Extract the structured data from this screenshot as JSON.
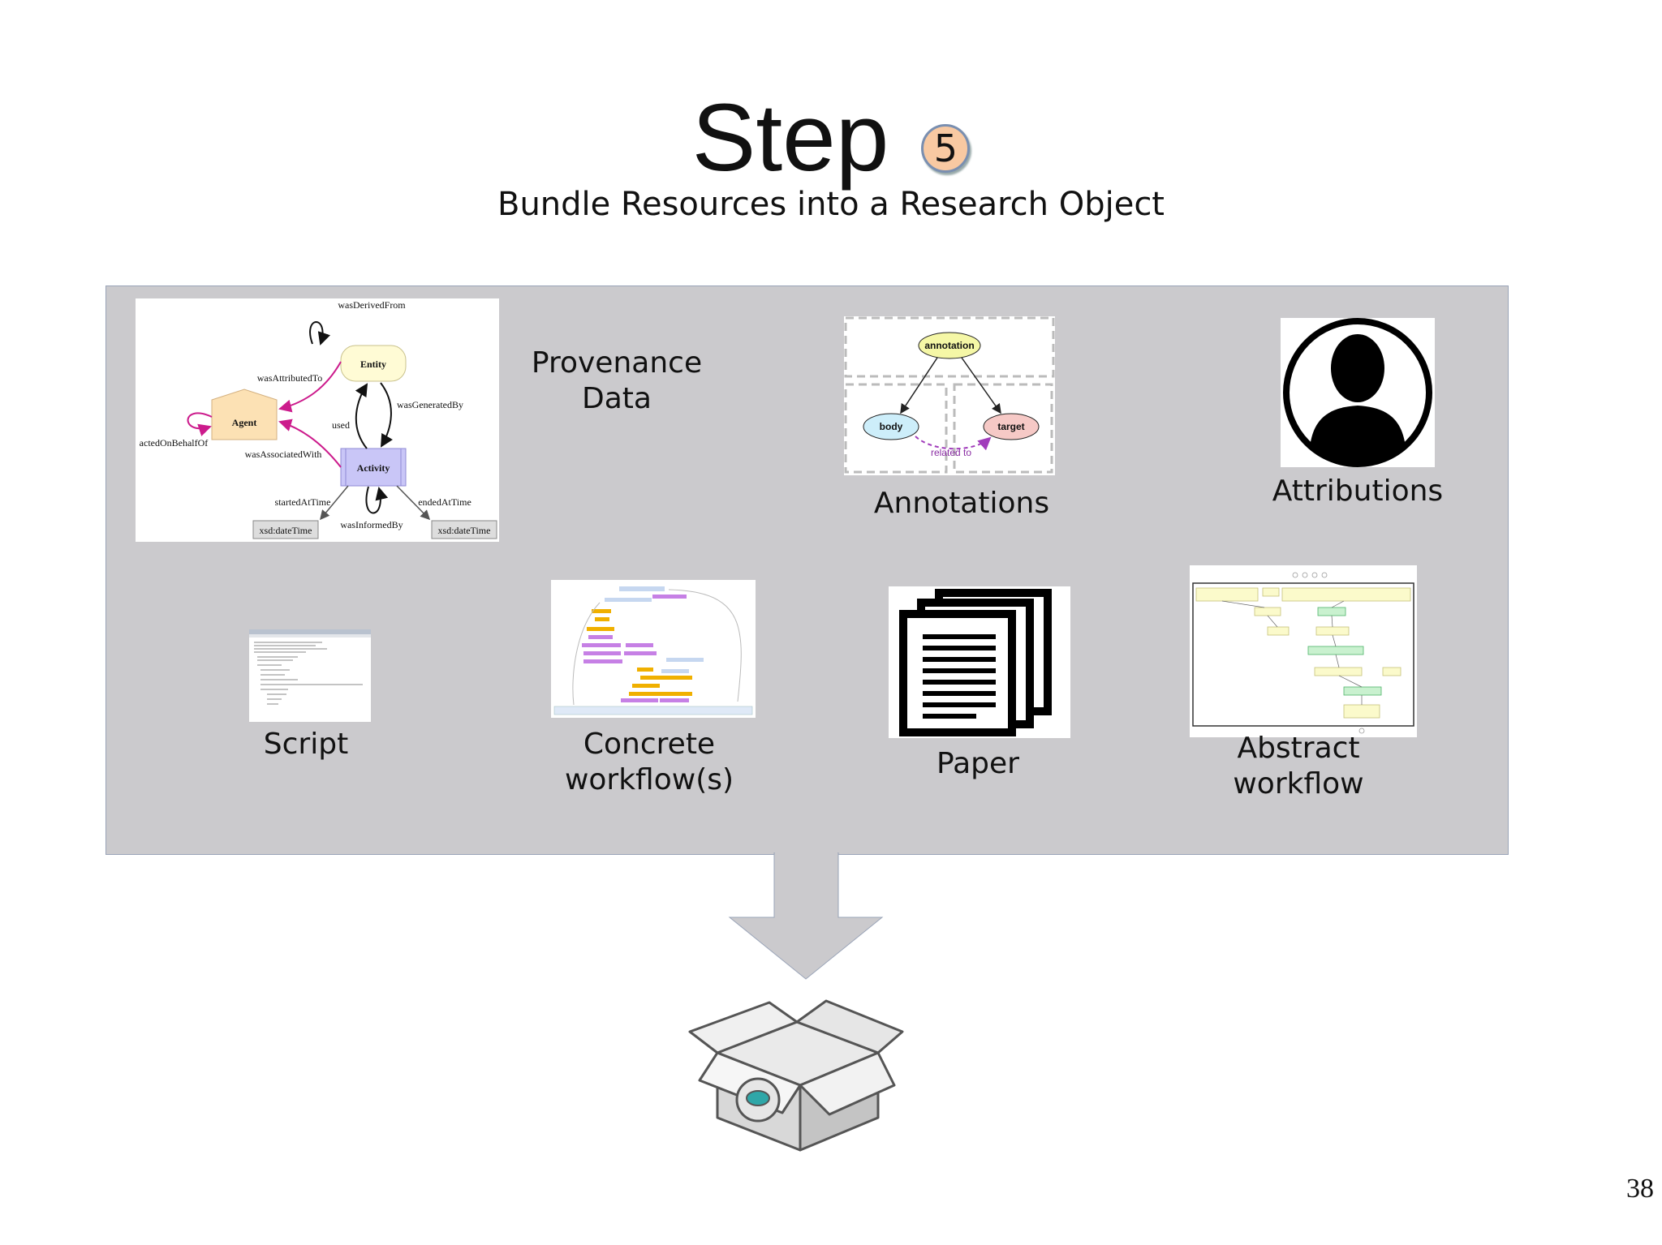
{
  "title": "Step",
  "step_number": "5",
  "subtitle": "Bundle Resources into a Research Object",
  "prov_diagram": {
    "nodes": {
      "entity": "Entity",
      "agent": "Agent",
      "activity": "Activity",
      "datetime_left": "xsd:dateTime",
      "datetime_right": "xsd:dateTime"
    },
    "edges": {
      "was_derived_from": "wasDerivedFrom",
      "was_attributed_to": "wasAttributedTo",
      "was_generated_by": "wasGeneratedBy",
      "used": "used",
      "acted_on_behalf_of": "actedOnBehalfOf",
      "was_associated_with": "wasAssociatedWith",
      "started_at_time": "startedAtTime",
      "ended_at_time": "endedAtTime",
      "was_informed_by": "wasInformedBy"
    }
  },
  "annotation_diagram": {
    "annotation": "annotation",
    "body": "body",
    "target": "target",
    "related_to": "related to"
  },
  "labels": {
    "provenance_line1": "Provenance",
    "provenance_line2": "Data",
    "annotations": "Annotations",
    "attributions": "Attributions",
    "script": "Script",
    "concrete_line1": "Concrete",
    "concrete_line2": "workflow(s)",
    "paper": "Paper",
    "abstract_line1": "Abstract",
    "abstract_line2": "workflow"
  },
  "page_number": "38",
  "colors": {
    "panel": "#cbcacd",
    "badge": "#f8c9a2",
    "entity": "#fffbd5",
    "agent": "#fce1b4",
    "activity": "#c9c6f7",
    "body_node": "#cdeefa",
    "target_node": "#f6c9c6",
    "annotation_node": "#f5f7a6",
    "magenta_edge": "#cc1b8c",
    "arrow": "#cbcacd"
  }
}
